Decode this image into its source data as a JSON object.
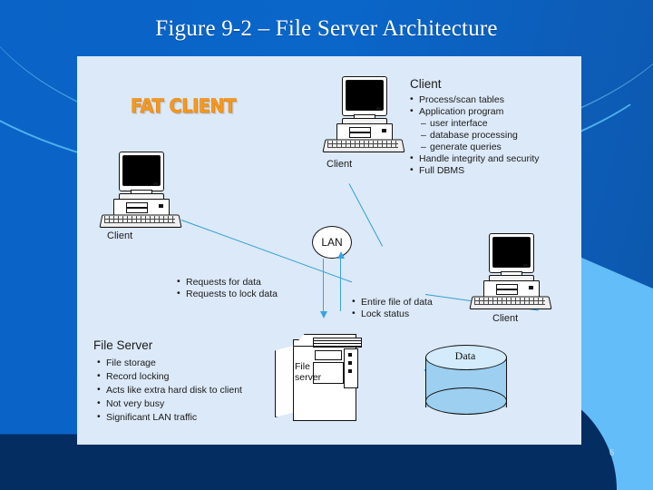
{
  "slide": {
    "title": "Figure 9-2 – File Server Architecture",
    "page_number": "6",
    "background_color": "#0a66c8",
    "panel_color": "#dce9f8"
  },
  "diagram": {
    "wordart": "FAT CLIENT",
    "network_node": "LAN",
    "server_label": "File server",
    "data_store_label": "Data",
    "client_labels": {
      "top": "Client",
      "left": "Client",
      "right": "Client"
    },
    "client_panel": {
      "heading": "Client",
      "bullets": [
        {
          "text": "Process/scan tables",
          "level": 1
        },
        {
          "text": "Application program",
          "level": 1
        },
        {
          "text": "user interface",
          "level": 2
        },
        {
          "text": "database processing",
          "level": 2
        },
        {
          "text": "generate queries",
          "level": 2
        },
        {
          "text": "Handle integrity and security",
          "level": 1
        },
        {
          "text": "Full DBMS",
          "level": 1
        }
      ]
    },
    "file_server_panel": {
      "heading": "File Server",
      "bullets": [
        {
          "text": "File storage",
          "level": 1
        },
        {
          "text": "Record locking",
          "level": 1
        },
        {
          "text": "Acts like extra hard disk to client",
          "level": 1
        },
        {
          "text": "Not very busy",
          "level": 1
        },
        {
          "text": "Significant LAN traffic",
          "level": 1
        }
      ]
    },
    "request_flow": {
      "bullets": [
        {
          "text": "Requests for data",
          "level": 1
        },
        {
          "text": "Requests to lock data",
          "level": 1
        }
      ]
    },
    "response_flow": {
      "bullets": [
        {
          "text": "Entire file of data",
          "level": 1
        },
        {
          "text": "Lock status",
          "level": 1
        }
      ]
    }
  }
}
